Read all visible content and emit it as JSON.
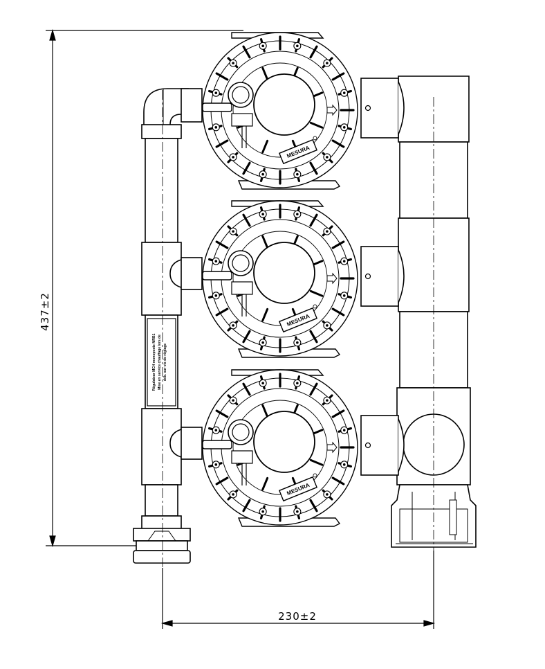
{
  "dimensions": {
    "height_label": "437±2",
    "width_label": "230±2"
  },
  "brand": "MESURA",
  "pipe_label": {
    "lines": [
      "Régulateur MCH monoposte MRB1",
      "Mise en service chauffage lors de",
      "déb. sur vis de réglage"
    ]
  },
  "regulators": [
    {
      "id": "top"
    },
    {
      "id": "middle"
    },
    {
      "id": "bottom"
    }
  ]
}
